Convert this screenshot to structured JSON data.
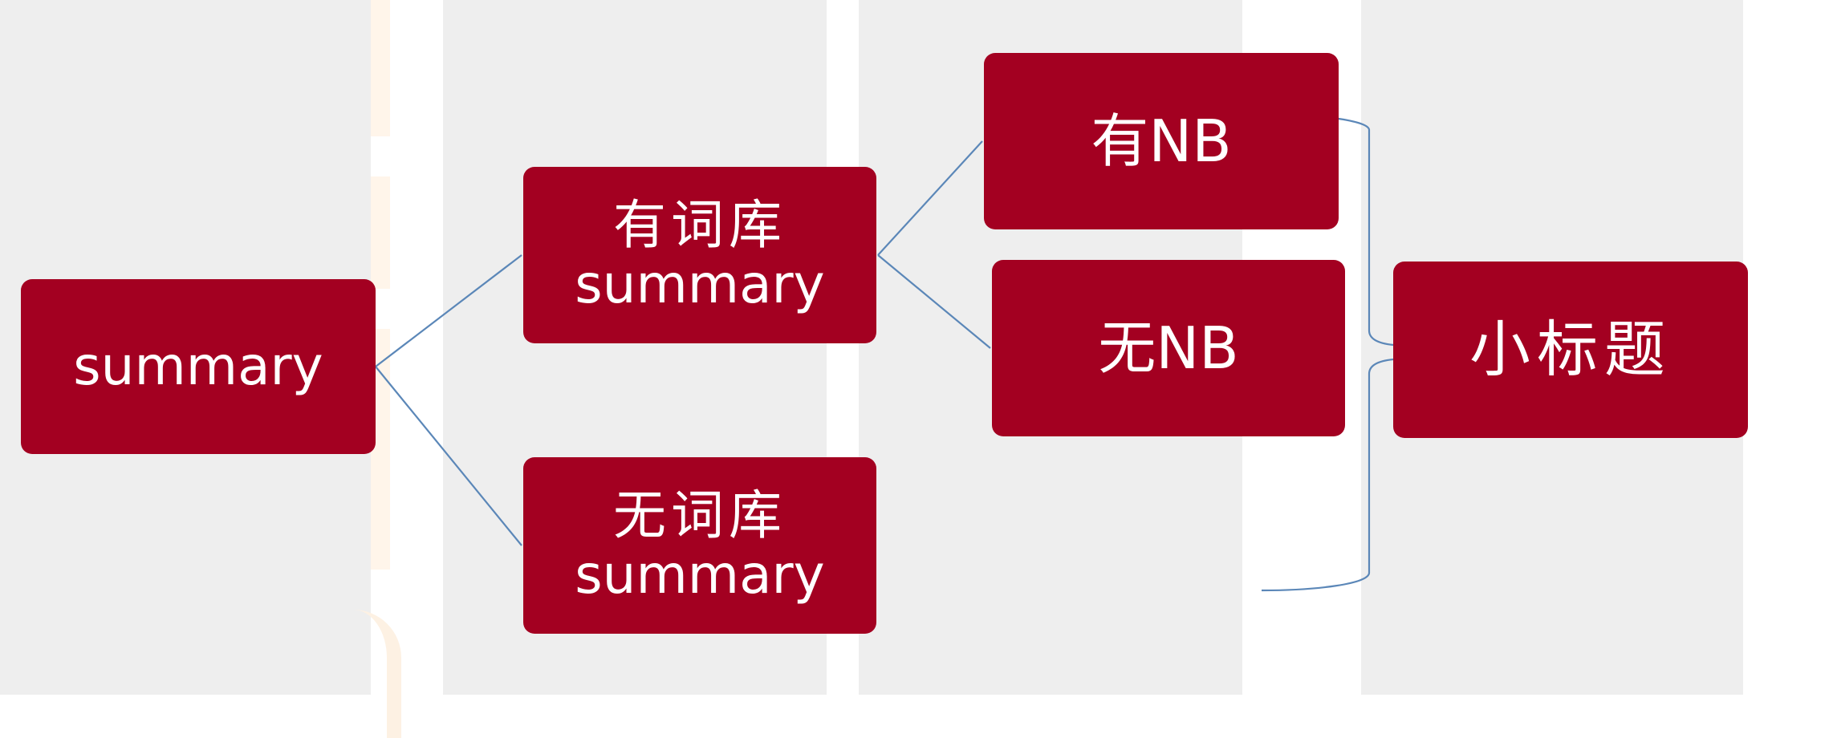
{
  "diagram": {
    "nodes": {
      "root": {
        "label": "summary"
      },
      "with_lexicon": {
        "line1": "有词库",
        "line2": "summary"
      },
      "without_lexicon": {
        "line1": "无词库",
        "line2": "summary"
      },
      "with_nb": {
        "label": "有NB"
      },
      "without_nb": {
        "label": "无NB"
      },
      "subtitle": {
        "label": "小标题"
      }
    },
    "edges": [
      {
        "from": "root",
        "to": "with_lexicon"
      },
      {
        "from": "root",
        "to": "without_lexicon"
      },
      {
        "from": "with_lexicon",
        "to": "with_nb"
      },
      {
        "from": "with_lexicon",
        "to": "without_nb"
      },
      {
        "from": "with_nb",
        "to": "subtitle",
        "style": "brace"
      },
      {
        "from": "without_lexicon",
        "to": "subtitle",
        "style": "brace"
      }
    ]
  },
  "colors": {
    "node_fill": "#a30021",
    "node_text": "#ffffff",
    "connector": "#5b87b8",
    "column_bg": "#eeeeee"
  }
}
